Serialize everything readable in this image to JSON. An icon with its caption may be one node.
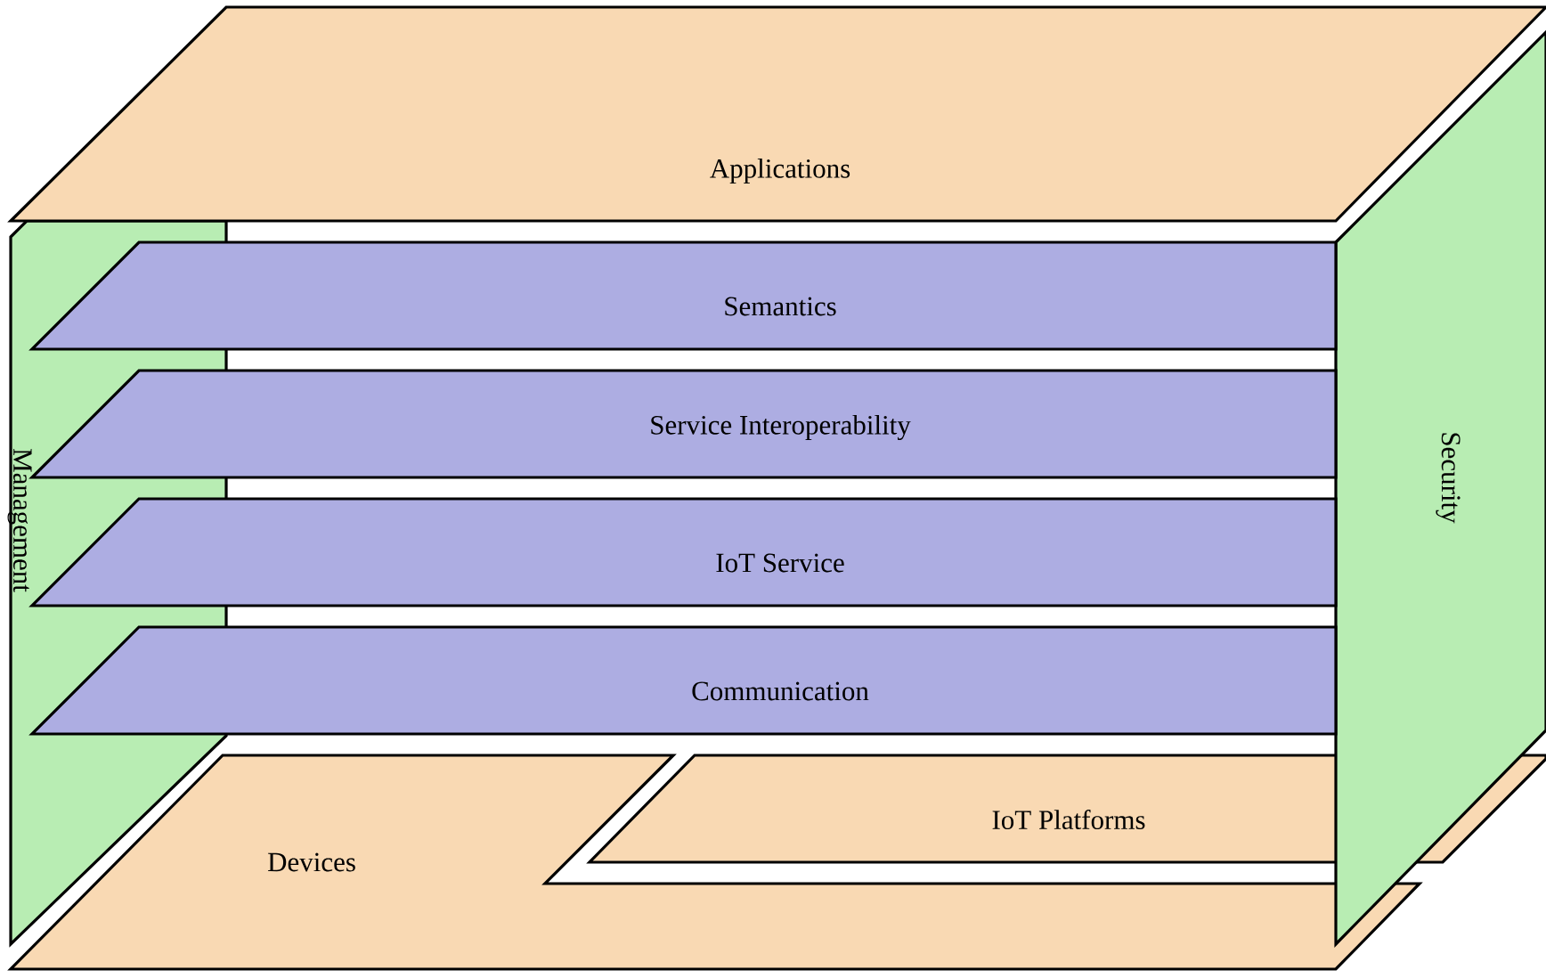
{
  "diagram": {
    "nodes": [
      {
        "text": [
          "Applications"
        ]
      },
      {
        "text": [
          "Management"
        ]
      },
      {
        "text": [
          "Semantics"
        ]
      },
      {
        "text": [
          "Service Interoperability"
        ]
      },
      {
        "text": [
          "IoT Service"
        ]
      },
      {
        "text": [
          "Communication"
        ]
      },
      {
        "text": [
          "Security"
        ]
      },
      {
        "text": [
          "Devices"
        ]
      },
      {
        "text": [
          "IoT Platforms"
        ]
      }
    ]
  }
}
